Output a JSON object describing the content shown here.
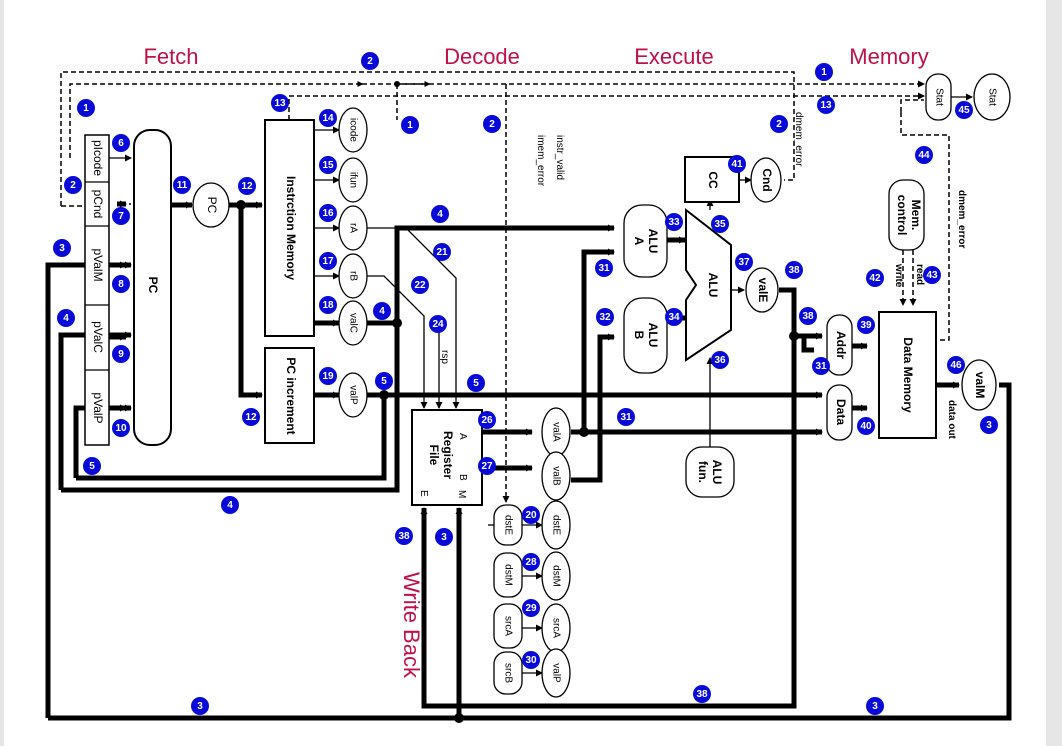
{
  "stages": {
    "fetch": "Fetch",
    "decode": "Decode",
    "execute": "Execute",
    "memory": "Memory",
    "writeback": "Write Back"
  },
  "blocks": {
    "instruction_memory": "Instrction Memory",
    "pc_increment": "PC increment",
    "register_file": [
      "Register",
      "File"
    ],
    "cc": "CC",
    "alu": "ALU",
    "alu_a": [
      "ALU",
      "A"
    ],
    "alu_b": [
      "ALU",
      "B"
    ],
    "alu_fun": [
      "ALU",
      "fun."
    ],
    "data_memory": "Data Memory",
    "mem_control": [
      "Mem.",
      "control"
    ],
    "addr": "Addr",
    "data": "Data",
    "pc_select": "PC",
    "pc": "PC"
  },
  "regfile_ports": {
    "a": "A",
    "b": "B",
    "m": "M",
    "e": "E"
  },
  "pc_inputs": [
    "pIcode",
    "pCnd",
    "pValM",
    "pValC",
    "pValP"
  ],
  "fetch_fields": [
    "icode",
    "ifun",
    "rA",
    "rB",
    "valC",
    "valP"
  ],
  "signals": {
    "valA": "valA",
    "valB": "valB",
    "valE": "valE",
    "valM": "valM",
    "cnd": "Cnd",
    "stat1": "Stat",
    "stat2": "Stat",
    "rsp": "rsp",
    "instr_valid": "instr_valid",
    "imem_error": "imem_error",
    "dmem_error_1": "dmem_error",
    "dmem_error_2": "dmem_error",
    "write": "write",
    "read": "read",
    "data_out": "data out"
  },
  "dst_left": [
    "dstE",
    "dstM",
    "srcA",
    "srcB"
  ],
  "dst_right": [
    "dstE",
    "dstM",
    "srcA",
    "valP"
  ],
  "badges": [
    "1",
    "1",
    "1",
    "2",
    "2",
    "2",
    "2",
    "3",
    "3",
    "3",
    "3",
    "3",
    "4",
    "4",
    "4",
    "4",
    "5",
    "5",
    "5",
    "6",
    "7",
    "8",
    "9",
    "10",
    "11",
    "12",
    "12",
    "13",
    "13",
    "14",
    "15",
    "16",
    "17",
    "18",
    "19",
    "20",
    "21",
    "22",
    "24",
    "26",
    "27",
    "28",
    "29",
    "30",
    "31",
    "31",
    "31",
    "32",
    "33",
    "34",
    "35",
    "36",
    "37",
    "38",
    "38",
    "38",
    "38",
    "39",
    "40",
    "41",
    "42",
    "43",
    "44",
    "45",
    "46"
  ]
}
